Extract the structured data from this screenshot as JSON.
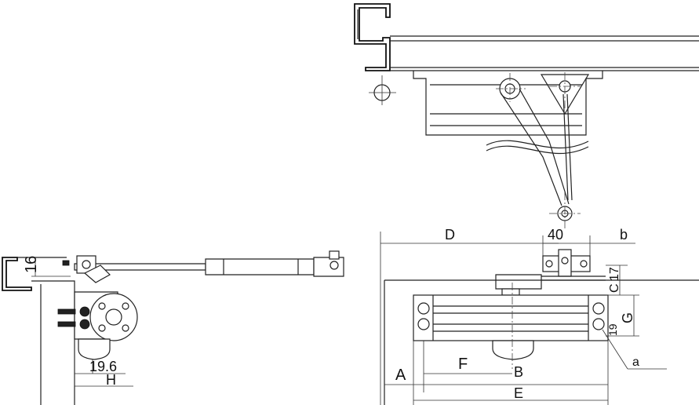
{
  "drawing": {
    "side_view": {
      "dimensions": {
        "height": "16",
        "offset": "19.6",
        "depth": "H"
      }
    },
    "plan_view": {
      "dimensions": {
        "d": "D",
        "bracket_width": "40",
        "bracket_label": "b",
        "c": "C",
        "c_value": "17",
        "g": "G",
        "g_value": "19",
        "f": "F",
        "b": "B",
        "a_outer": "A",
        "e": "E",
        "screw_label": "a"
      }
    }
  }
}
